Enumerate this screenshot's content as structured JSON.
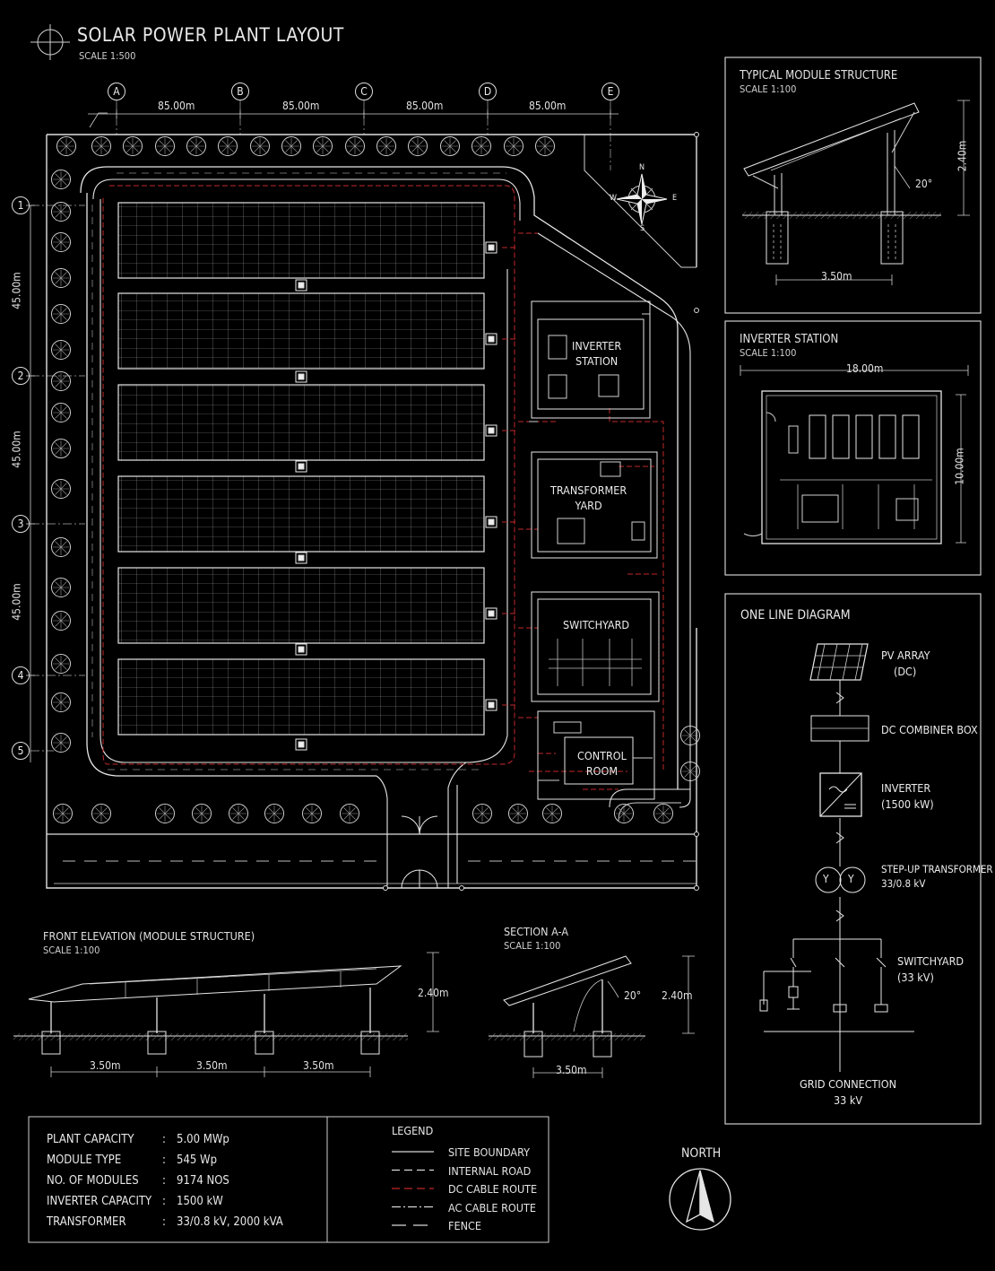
{
  "title": "SOLAR POWER PLANT LAYOUT",
  "title_scale": "SCALE 1:500",
  "grid_columns": [
    "A",
    "B",
    "C",
    "D",
    "E"
  ],
  "grid_rows": [
    "1",
    "2",
    "3",
    "4",
    "5"
  ],
  "col_spacing": [
    "85.00m",
    "85.00m",
    "85.00m",
    "85.00m"
  ],
  "row_spacing": [
    "45.00m",
    "45.00m",
    "45.00m"
  ],
  "compass": {
    "n": "N",
    "s": "S",
    "e": "E",
    "w": "W"
  },
  "buildings": {
    "inverter": [
      "INVERTER",
      "STATION"
    ],
    "transformer": [
      "TRANSFORMER",
      "YARD"
    ],
    "switchyard": "SWITCHYARD",
    "control": [
      "CONTROL",
      "ROOM"
    ]
  },
  "typical_module": {
    "title": "TYPICAL MODULE STRUCTURE",
    "scale": "SCALE 1:100",
    "height": "2.40m",
    "angle": "20°",
    "width": "3.50m"
  },
  "inverter_station": {
    "title": "INVERTER STATION",
    "scale": "SCALE 1:100",
    "width": "18.00m",
    "height": "10.00m"
  },
  "one_line": {
    "title": "ONE LINE DIAGRAM",
    "pv": [
      "PV ARRAY",
      "(DC)"
    ],
    "combiner": "DC COMBINER BOX",
    "inverter": [
      "INVERTER",
      "(1500 kW)"
    ],
    "transformer": [
      "STEP-UP TRANSFORMER",
      "33/0.8 kV"
    ],
    "switchyard": [
      "SWITCHYARD",
      "(33 kV)"
    ],
    "grid": [
      "GRID CONNECTION",
      "33 kV"
    ]
  },
  "front_elevation": {
    "title": "FRONT ELEVATION (MODULE STRUCTURE)",
    "scale": "SCALE 1:100",
    "height": "2.40m",
    "spans": [
      "3.50m",
      "3.50m",
      "3.50m"
    ]
  },
  "section": {
    "title": "SECTION A-A",
    "scale": "SCALE 1:100",
    "height": "2.40m",
    "angle": "20°",
    "width": "3.50m"
  },
  "summary": [
    {
      "label": "PLANT CAPACITY",
      "value": "5.00 MWp"
    },
    {
      "label": "MODULE TYPE",
      "value": "545 Wp"
    },
    {
      "label": "NO. OF MODULES",
      "value": "9174 NOS"
    },
    {
      "label": "INVERTER CAPACITY",
      "value": "1500 kW"
    },
    {
      "label": "TRANSFORMER",
      "value": "33/0.8 kV, 2000 kVA"
    }
  ],
  "legend": {
    "title": "LEGEND",
    "items": [
      {
        "label": "SITE BOUNDARY",
        "style": "solid",
        "color": "#d8d8d8"
      },
      {
        "label": "INTERNAL ROAD",
        "style": "dashed",
        "color": "#d8d8d8"
      },
      {
        "label": "DC CABLE ROUTE",
        "style": "dashed",
        "color": "#c0282a"
      },
      {
        "label": "AC CABLE ROUTE",
        "style": "dashdot",
        "color": "#d8d8d8"
      },
      {
        "label": "FENCE",
        "style": "longdash",
        "color": "#d8d8d8"
      }
    ]
  },
  "north_label": "NORTH",
  "colors": {
    "line": "#d9d9d9",
    "dc_cable": "#c0282a",
    "background": "#000000"
  }
}
